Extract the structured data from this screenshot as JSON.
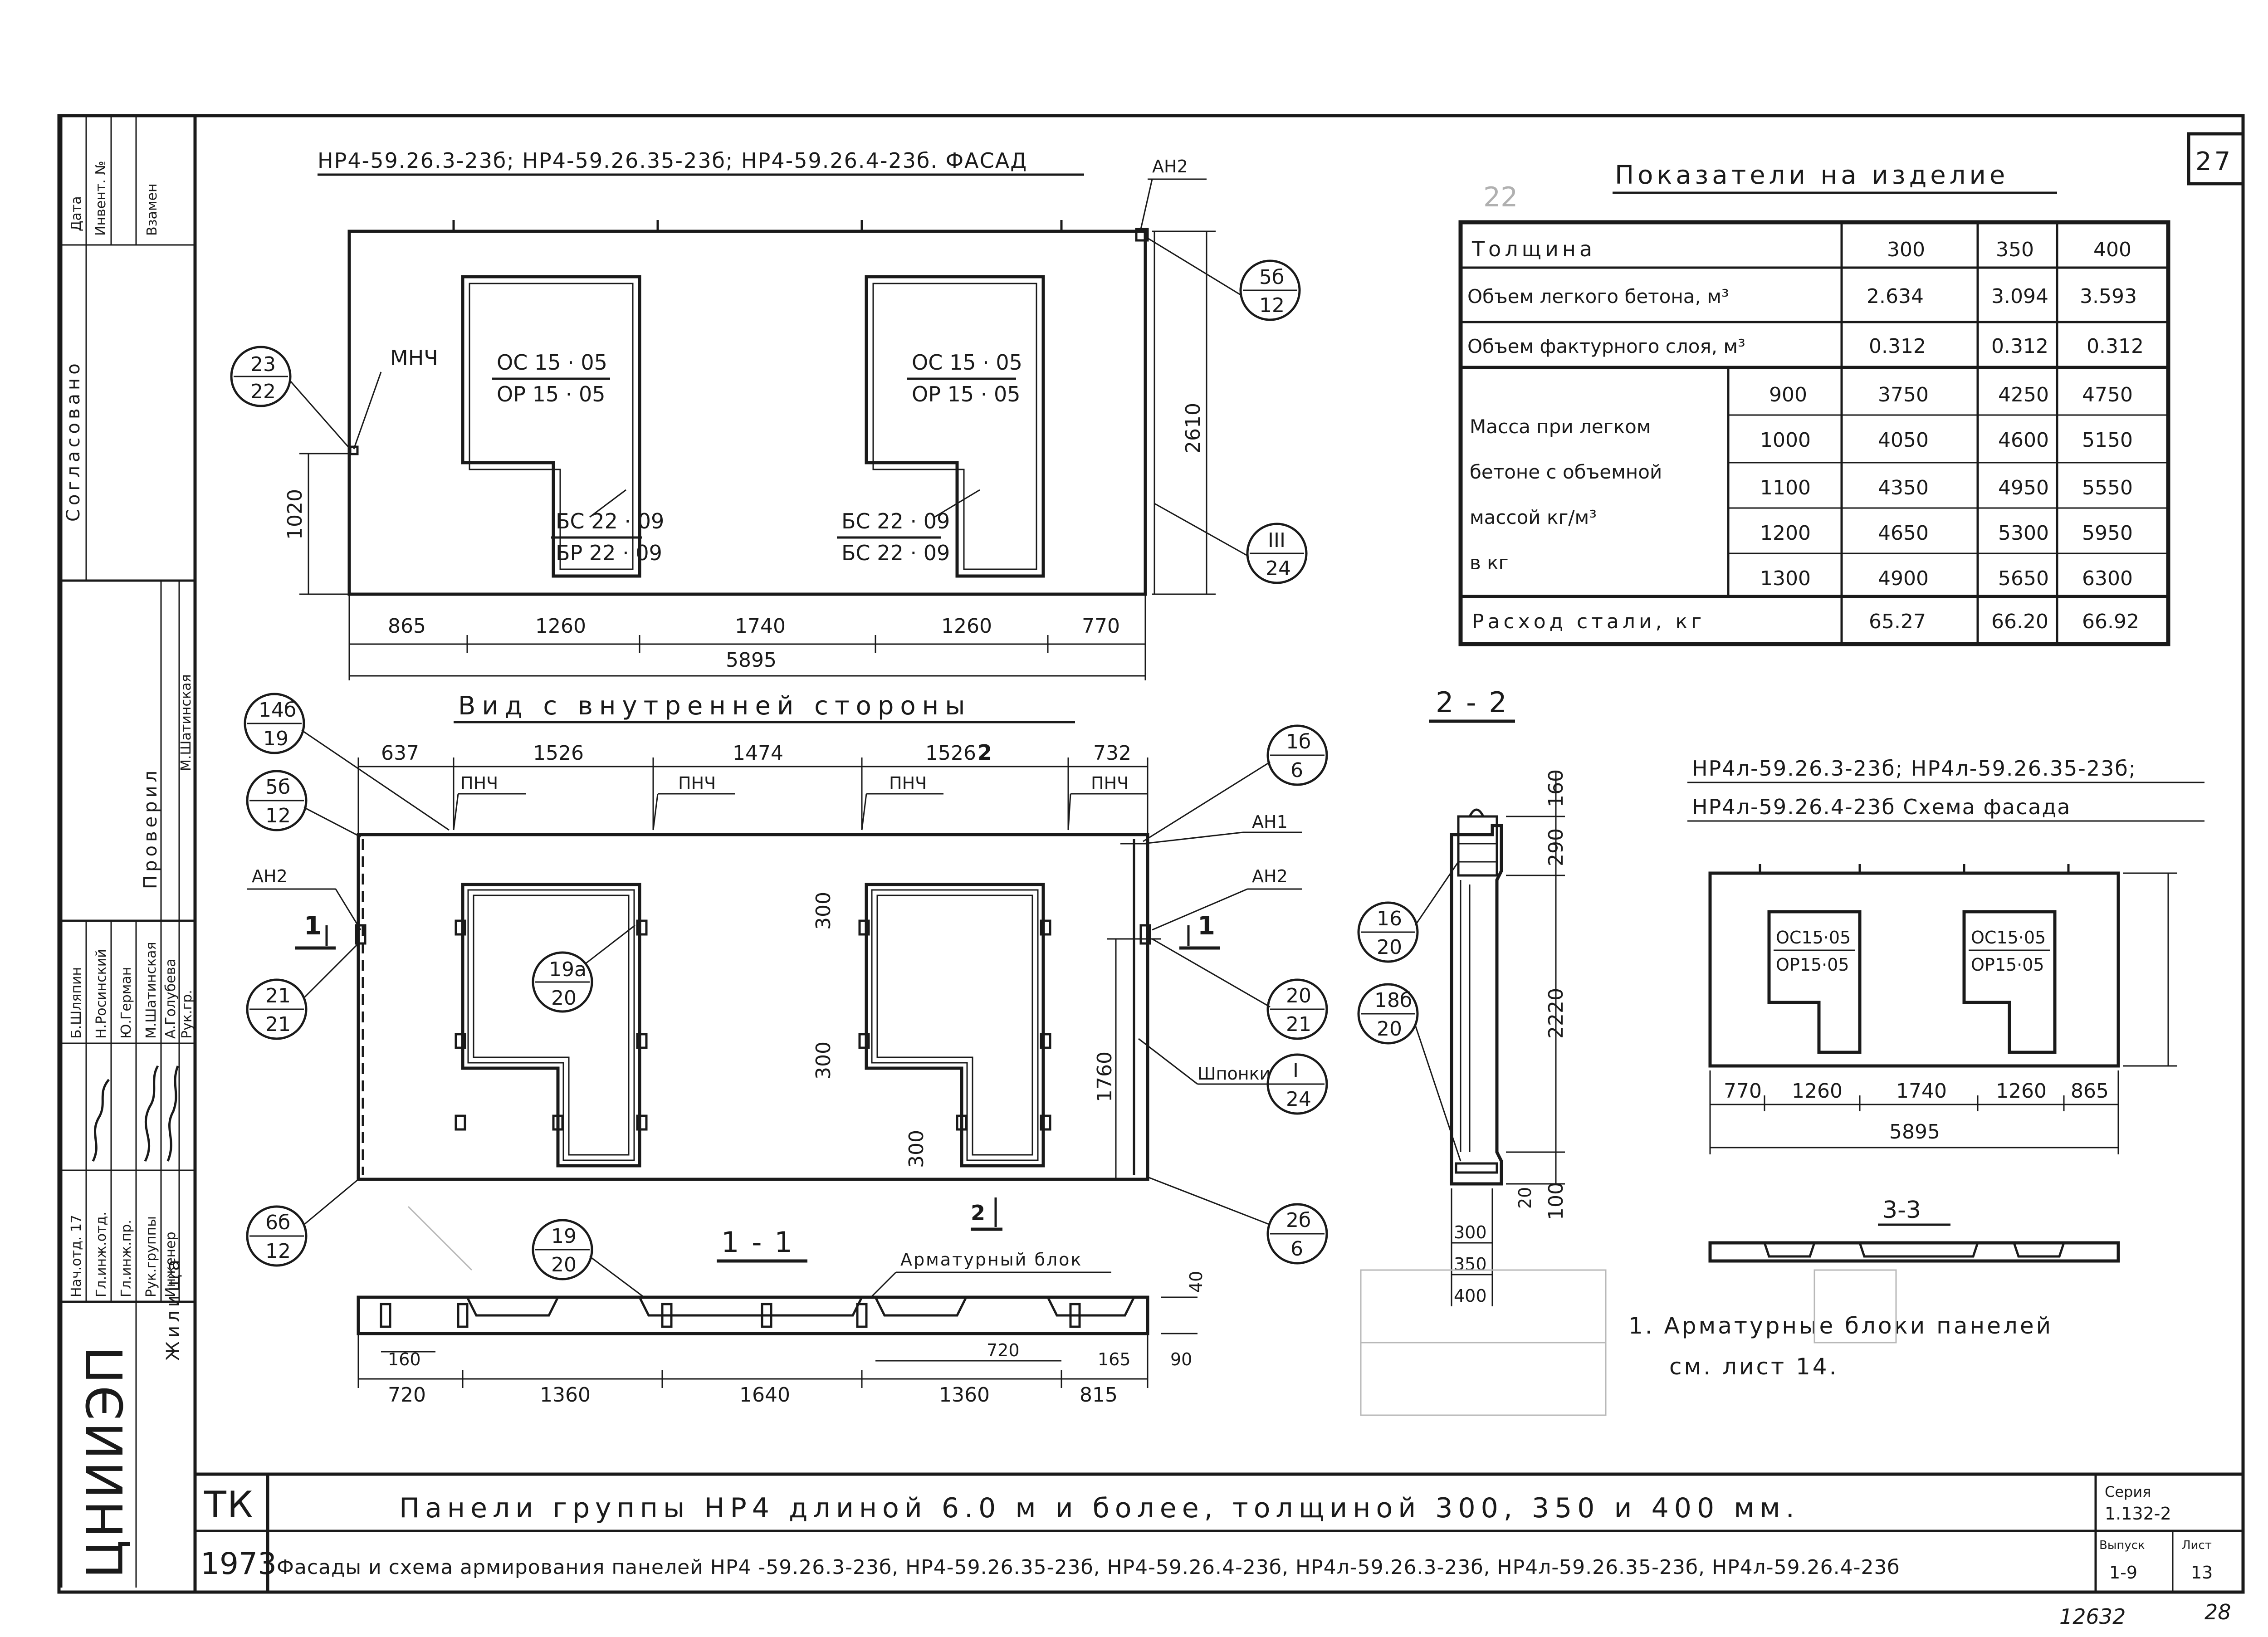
{
  "sheet_number": "27",
  "stamp_number": "22",
  "header_title": "НР4-59.26.3-23б; НР4-59.26.35-23б; НР4-59.26.4-23б. ФАСАД",
  "facade": {
    "labels": {
      "an2_top": "АН2",
      "mnch": "МНЧ",
      "win1_top": "ОС 15 · 05",
      "win1_bot": "ОР 15 · 05",
      "win2_top": "ОС 15 · 05",
      "win2_bot": "ОР 15 · 05",
      "door1_top": "БС 22 · 09",
      "door1_bot": "БР 22 · 09",
      "door2_top": "БС 22 · 09",
      "door2_bot": "БС 22 · 09"
    },
    "dims": {
      "bottom": [
        "865",
        "1260",
        "1740",
        "1260",
        "770"
      ],
      "total": "5895",
      "height": "2610",
      "left_height": "1020"
    },
    "callouts": {
      "c23_22": {
        "top": "23",
        "bot": "22"
      },
      "c5b_12": {
        "top": "5б",
        "bot": "12"
      },
      "cIII_24": {
        "top": "III",
        "bot": "24"
      }
    }
  },
  "inner_view": {
    "title": "Вид с внутренней стороны",
    "top_dims": [
      "637",
      "1526",
      "1474",
      "1526",
      "732"
    ],
    "pnch_labels": [
      "ПНЧ",
      "ПНЧ",
      "ПНЧ",
      "ПНЧ"
    ],
    "an1": "АН1",
    "an2_left": "АН2",
    "an2_right": "АН2",
    "shponki": "Шпонки",
    "dims": {
      "d300a": "300",
      "d300b": "300",
      "d300c": "300",
      "d1760": "1760"
    },
    "section_1_left": "1",
    "section_1_right": "1",
    "section_2_top": "2",
    "section_2_bot": "2",
    "callouts": {
      "c14b_19": {
        "top": "14б",
        "bot": "19"
      },
      "c5b_12": {
        "top": "5б",
        "bot": "12"
      },
      "c21_21": {
        "top": "21",
        "bot": "21"
      },
      "c6b_12": {
        "top": "6б",
        "bot": "12"
      },
      "c19a_20": {
        "top": "19а",
        "bot": "20"
      },
      "c1b_6": {
        "top": "1б",
        "bot": "6"
      },
      "c20_21": {
        "top": "20",
        "bot": "21"
      },
      "cI_24": {
        "top": "I",
        "bot": "24"
      },
      "c2b_6": {
        "top": "2б",
        "bot": "6"
      }
    }
  },
  "section_1_1": {
    "title": "1 - 1",
    "label": "Арматурный блок",
    "callout": {
      "top": "19",
      "bot": "20"
    },
    "dims_bottom": [
      "720",
      "1360",
      "1640",
      "1360",
      "815"
    ],
    "dim_160": "160",
    "dim_720": "720",
    "dim_165": "165",
    "dim_90": "90",
    "dim_40": "40"
  },
  "section_2_2": {
    "title": "2 - 2",
    "dims": [
      "160",
      "290",
      "2220",
      "100",
      "20"
    ],
    "thickness": [
      "300",
      "350",
      "400"
    ],
    "callouts": {
      "c16_20": {
        "top": "16",
        "bot": "20"
      },
      "c18b_20": {
        "top": "18б",
        "bot": "20"
      }
    }
  },
  "indicators": {
    "title": "Показатели на изделие",
    "header": {
      "label": "Толщина",
      "values": [
        "300",
        "350",
        "400"
      ]
    },
    "rows": [
      {
        "label": "Объем легкого бетона, м³",
        "values": [
          "2.634",
          "3.094",
          "3.593"
        ]
      },
      {
        "label": "Объем фактурного слоя, м³",
        "values": [
          "0.312",
          "0.312",
          "0.312"
        ]
      }
    ],
    "mass_label_lines": [
      "Масса при легком",
      "бетоне с объемной",
      "массой  кг/м³",
      "в  кг"
    ],
    "mass_rows": [
      {
        "density": "900",
        "values": [
          "3750",
          "4250",
          "4750"
        ]
      },
      {
        "density": "1000",
        "values": [
          "4050",
          "4600",
          "5150"
        ]
      },
      {
        "density": "1100",
        "values": [
          "4350",
          "4950",
          "5550"
        ]
      },
      {
        "density": "1200",
        "values": [
          "4650",
          "5300",
          "5950"
        ]
      },
      {
        "density": "1300",
        "values": [
          "4900",
          "5650",
          "6300"
        ]
      }
    ],
    "steel": {
      "label": "Расход стали, кг",
      "values": [
        "65.27",
        "66.20",
        "66.92"
      ]
    }
  },
  "scheme": {
    "title_line1": "НР4л-59.26.3-23б;  НР4л-59.26.35-23б;",
    "title_line2": "НР4л-59.26.4-23б  Схема фасада",
    "win1_top": "ОС15·05",
    "win1_bot": "ОР15·05",
    "win2_top": "ОС15·05",
    "win2_bot": "ОР15·05",
    "dims": [
      "770",
      "1260",
      "1740",
      "1260",
      "865"
    ],
    "total": "5895"
  },
  "section_3_3": {
    "title": "3-3"
  },
  "note": {
    "line1": "1. Арматурные блоки панелей",
    "line2": "см. лист 14."
  },
  "left_strip": {
    "data": "Дата",
    "inv": "Инвент. №",
    "vzamen": "Взамен",
    "soglasovano": "Согласовано",
    "proveril": "Проверил",
    "signed_by": "М.Шатинская",
    "org_name": "Жилища",
    "org_logo": "ЦНИИЭП",
    "roles": [
      "Нач.отд. 17",
      "Гл.инж.отд.",
      "Гл.инж.пр.",
      "Рук.группы",
      "Инженер",
      "Рук.гр."
    ],
    "names": [
      "Б.Шляпин",
      "Н.Росинский",
      "Ю.Герман",
      "М.Шатинская",
      "А.Голубева"
    ]
  },
  "title_block": {
    "tk": "ТК",
    "year": "1973",
    "line1": "Панели группы НР4 длиной 6.0 м и более, толщиной  300, 350 и 400 мм.",
    "line2": "Фасады и схема армирования панелей НР4 -59.26.3-23б, НР4-59.26.35-23б, НР4-59.26.4-23б, НР4л-59.26.3-23б, НР4л-59.26.35-23б, НР4л-59.26.4-23б",
    "seria_label": "Серия",
    "seria": "1.132-2",
    "vypusk_label": "Выпуск",
    "vypusk": "1-9",
    "list_label": "Лист",
    "list": "13",
    "bottom_num1": "12632",
    "bottom_num2": "28"
  }
}
